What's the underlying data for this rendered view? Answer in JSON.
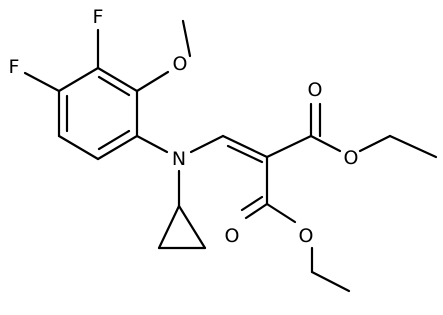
{
  "molecule": {
    "atoms": {
      "F_top": "F",
      "F_left": "F",
      "O_methoxy": "O",
      "N_amine": "N",
      "O_carbonyl_upper": "O",
      "O_ester_upper": "O",
      "O_carbonyl_lower": "O",
      "O_ester_lower": "O"
    }
  }
}
